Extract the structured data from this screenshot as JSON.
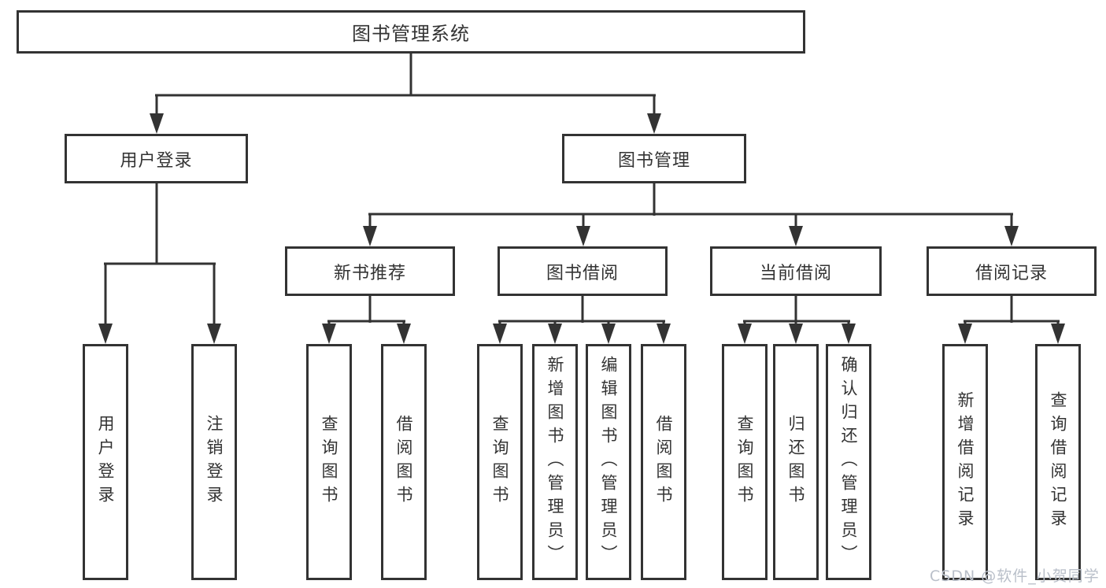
{
  "diagram": {
    "root": "图书管理系统",
    "user_branch": {
      "label": "用户登录",
      "children": [
        "用户登录",
        "注销登录"
      ]
    },
    "book_branch": {
      "label": "图书管理",
      "groups": [
        {
          "label": "新书推荐",
          "children": [
            "查询图书",
            "借阅图书"
          ]
        },
        {
          "label": "图书借阅",
          "children": [
            "查询图书",
            "新增图书（管理员）",
            "编辑图书（管理员）",
            "借阅图书"
          ]
        },
        {
          "label": "当前借阅",
          "children": [
            "查询图书",
            "归还图书",
            "确认归还（管理员）"
          ]
        },
        {
          "label": "借阅记录",
          "children": [
            "新增借阅记录",
            "查询借阅记录"
          ]
        }
      ]
    }
  },
  "watermark": "CSDN @软件_小贺同学",
  "colors": {
    "line": "#333333",
    "text": "#333333",
    "box_background": "#ffffff",
    "watermark": "#b9bfc9",
    "background": "#ffffff"
  }
}
